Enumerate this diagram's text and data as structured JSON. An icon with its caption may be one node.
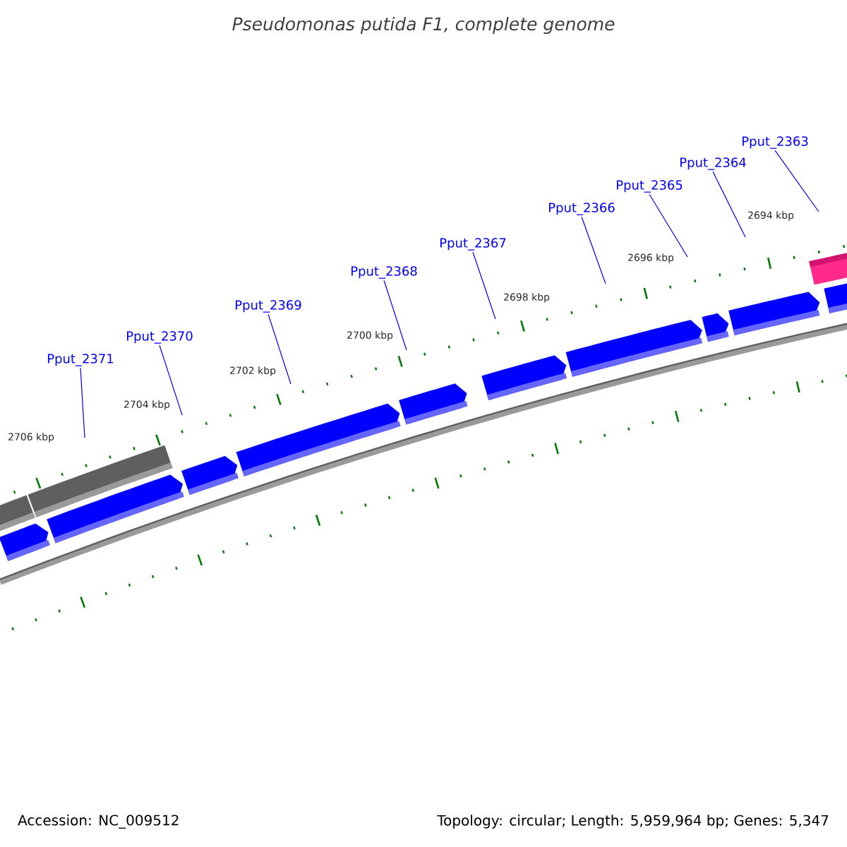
{
  "diagram": {
    "title": "Pseudomonas putida F1, complete genome",
    "nodes": [
      {
        "text": [
          "Pput_2371"
        ]
      },
      {
        "text": [
          "Pput_2370"
        ]
      },
      {
        "text": [
          "Pput_2369"
        ]
      },
      {
        "text": [
          "Pput_2368"
        ]
      },
      {
        "text": [
          "Pput_2367"
        ]
      },
      {
        "text": [
          "Pput_2366"
        ]
      },
      {
        "text": [
          "Pput_2365"
        ]
      },
      {
        "text": [
          "Pput_2364"
        ]
      },
      {
        "text": [
          "Pput_2363"
        ]
      }
    ],
    "edges": [
      {
        "from": 0,
        "to": null,
        "arrow": "none"
      },
      {
        "from": 1,
        "to": null,
        "arrow": "none"
      },
      {
        "from": 2,
        "to": null,
        "arrow": "none"
      },
      {
        "from": 3,
        "to": null,
        "arrow": "none"
      },
      {
        "from": 4,
        "to": null,
        "arrow": "none"
      },
      {
        "from": 5,
        "to": null,
        "arrow": "none"
      },
      {
        "from": 6,
        "to": null,
        "arrow": "none"
      },
      {
        "from": 7,
        "to": null,
        "arrow": "none"
      },
      {
        "from": 8,
        "to": null,
        "arrow": "none"
      }
    ],
    "labels": [
      "2706 kbp",
      "2704 kbp",
      "2702 kbp",
      "2700 kbp",
      "2698 kbp",
      "2696 kbp",
      "2694 kbp",
      "Accession: NC_009512",
      "Topology: circular; Length: 5,959,964 bp; Genes: 5,347"
    ]
  }
}
